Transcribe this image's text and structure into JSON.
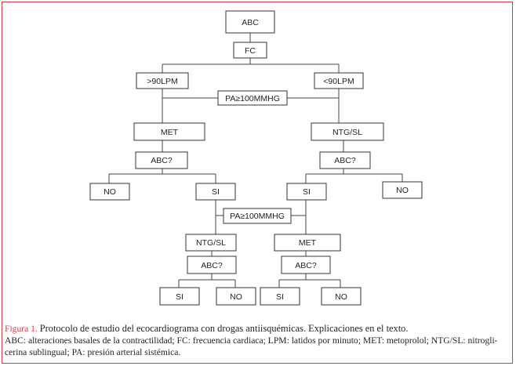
{
  "diagram": {
    "nodes": {
      "abc_root": "ABC",
      "fc": "FC",
      "hr_high": ">90LPM",
      "hr_low": "<90LPM",
      "pa_top": "PA≥100MMHG",
      "met_left": "MET",
      "ntg_right": "NTG/SL",
      "abc_q_left": "ABC?",
      "abc_q_right": "ABC?",
      "no_left": "NO",
      "si_left": "SI",
      "si_right": "SI",
      "no_right": "NO",
      "pa_mid": "PA≥100MMHG",
      "ntg_lower": "NTG/SL",
      "met_lower": "MET",
      "abc_q_lower_left": "ABC?",
      "abc_q_lower_right": "ABC?",
      "si_ll": "SI",
      "no_ll": "NO",
      "si_rr": "SI",
      "no_rr": "NO"
    }
  },
  "caption": {
    "label": "Figura 1.",
    "title": "Protocolo de estudio del ecocardiograma con drogas antiisquémicas. Explicaciones en el texto.",
    "line2": "ABC: alteraciones basales de la contractilidad; FC: frecuencia cardiaca; LPM: latidos por minuto; MET: metoprolol; NTG/SL: nitrogli-",
    "line3": "cerina sublingual; PA: presión arterial sistémica."
  }
}
